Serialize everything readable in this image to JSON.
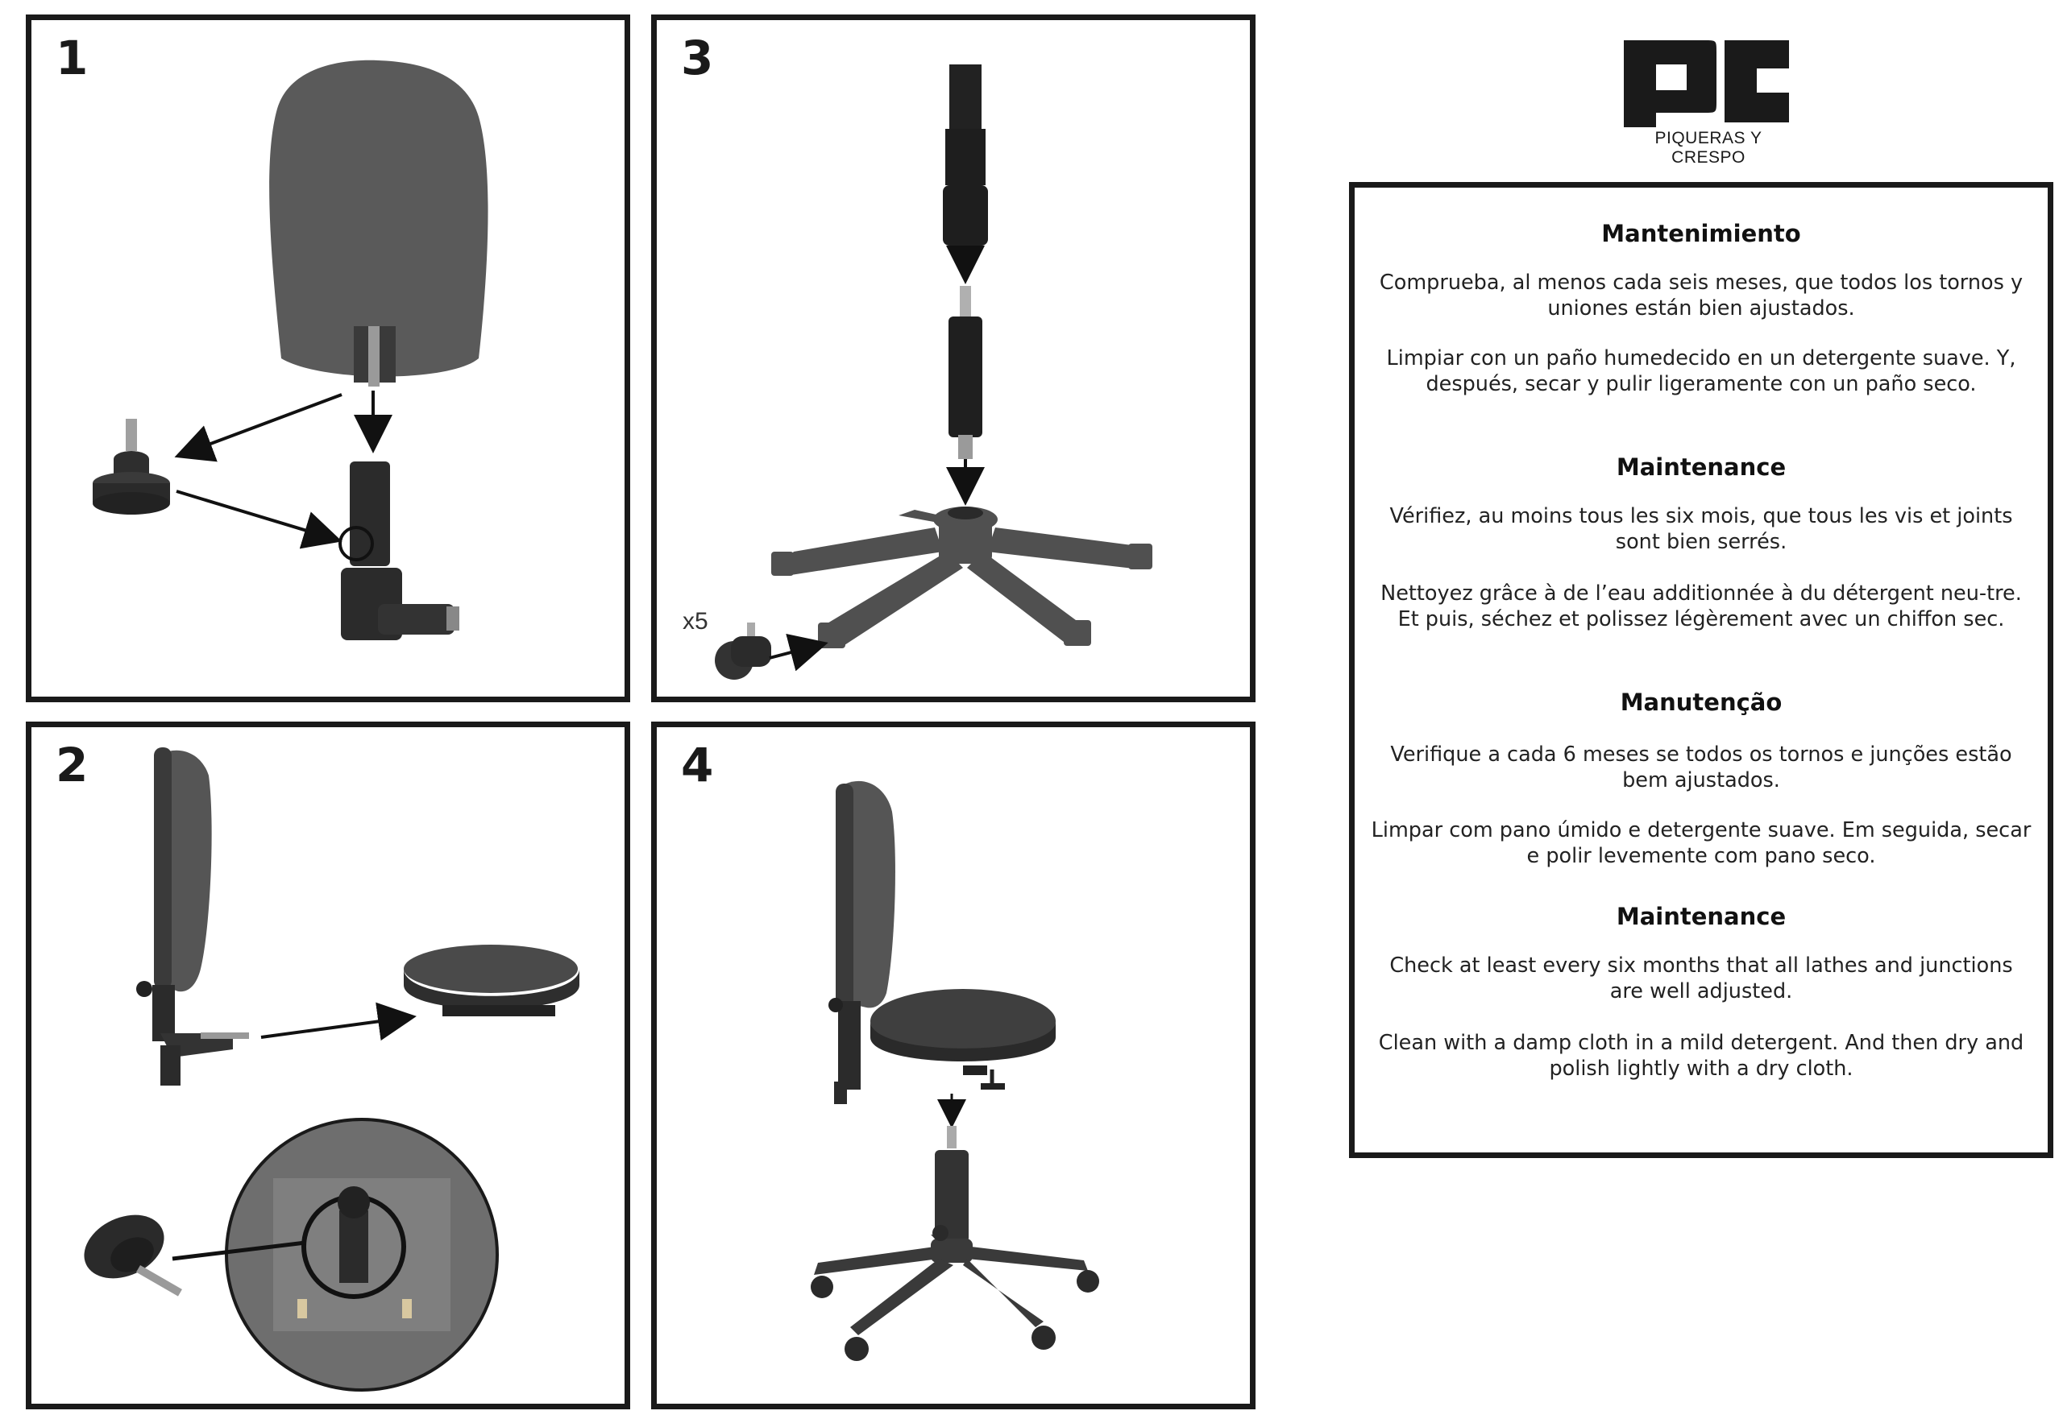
{
  "panels": [
    {
      "number": "1"
    },
    {
      "number": "2"
    },
    {
      "number": "3",
      "qty_label": "x5"
    },
    {
      "number": "4"
    }
  ],
  "brand": {
    "logo_text": "PC",
    "name": "PIQUERAS Y CRESPO"
  },
  "maintenance": [
    {
      "title": "Mantenimiento",
      "paragraphs": [
        "Comprueba, al menos cada seis meses, que todos los tornos y uniones están bien ajustados.",
        "Limpiar con un paño humedecido en un detergente suave. Y, después, secar y pulir ligeramente con un paño seco."
      ]
    },
    {
      "title": "Maintenance",
      "paragraphs": [
        "Vérifiez, au moins tous les six mois, que tous les vis et joints sont bien serrés.",
        "Nettoyez grâce à de l’eau additionnée à du détergent neu-tre. Et puis, séchez et polissez légèrement avec un chiffon sec."
      ]
    },
    {
      "title": "Manutenção",
      "paragraphs": [
        "Verifique a cada 6 meses se todos os tornos e junções estão bem ajustados.",
        "Limpar com pano úmido e detergente suave. Em seguida, secar e polir levemente com pano seco."
      ]
    },
    {
      "title": "Maintenance",
      "paragraphs": [
        "Check at least every six months that all lathes and junctions are well adjusted.",
        "Clean with a damp cloth in a mild detergent. And then dry and polish lightly with a dry cloth."
      ]
    }
  ],
  "colors": {
    "frame": "#1a1a1a",
    "chair_gray": "#555555",
    "chair_dark": "#2b2b2b",
    "metal": "#a8a8a8"
  },
  "icons": [
    "backrest-illustration",
    "seat-illustration",
    "gas-lift-illustration",
    "star-base-illustration",
    "caster-illustration",
    "knob-illustration",
    "assembled-chair-illustration"
  ]
}
